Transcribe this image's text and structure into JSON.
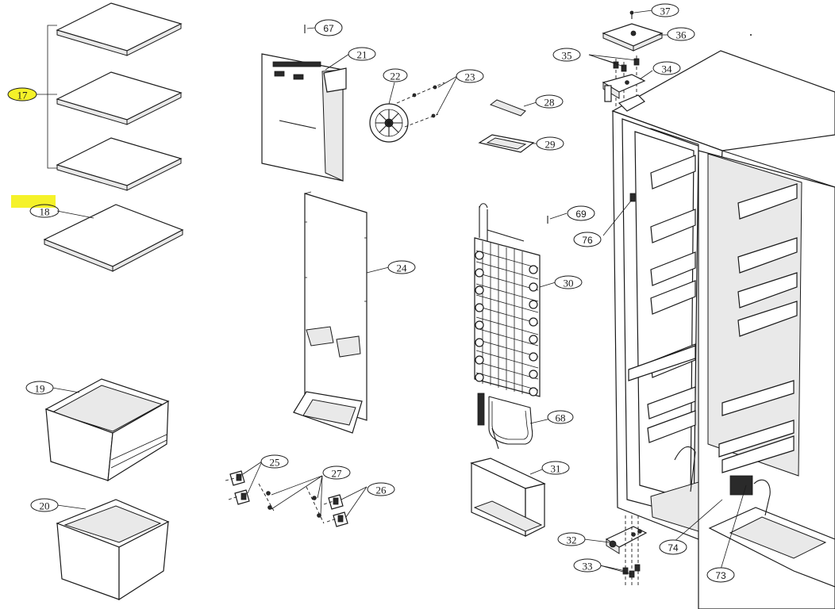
{
  "diagram": {
    "highlight_color": "#f5f229",
    "callouts": {
      "c17": "17",
      "c18": "18",
      "c19": "19",
      "c20": "20",
      "c21": "21",
      "c22": "22",
      "c23": "23",
      "c24": "24",
      "c25": "25",
      "c26": "26",
      "c27": "27",
      "c28": "28",
      "c29": "29",
      "c30": "30",
      "c31": "31",
      "c32": "32",
      "c33": "33",
      "c34": "34",
      "c35": "35",
      "c36": "36",
      "c37": "37",
      "c67": "67",
      "c68": "68",
      "c69": "69",
      "c73": "73",
      "c74": "74",
      "c76": "76"
    }
  }
}
